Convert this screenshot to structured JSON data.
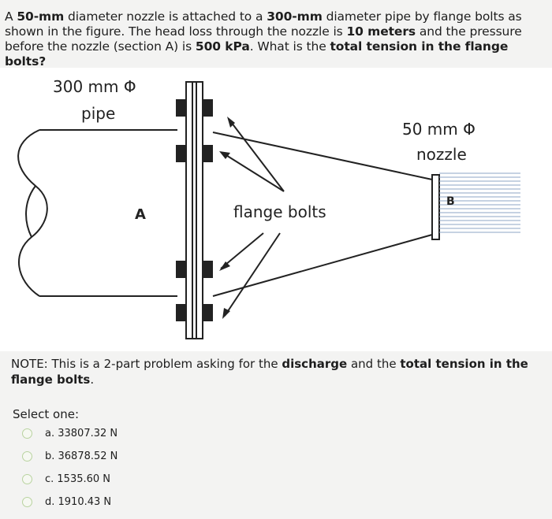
{
  "question": {
    "p1": "A ",
    "b1": "50-mm",
    "p2": " diameter nozzle is attached to a ",
    "b2": "300-mm",
    "p3": " diameter pipe by flange bolts as shown in the figure. The head loss through the nozzle is ",
    "b3": "10 meters",
    "p4": " and the pressure before the nozzle (section A) is ",
    "b4": "500 kPa",
    "p5": ". What is the ",
    "b5": "total tension in the flange bolts?"
  },
  "figure": {
    "pipe_size": "300 mm Φ",
    "pipe_word": "pipe",
    "nozzle_size": "50 mm Φ",
    "nozzle_word": "nozzle",
    "section_a": "A",
    "section_b": "B",
    "bolts_label": "flange bolts"
  },
  "note": {
    "p1": "NOTE: This is a 2-part problem asking for the ",
    "b1": "discharge",
    "p2": " and the ",
    "b2": "total tension in the flange bolts",
    "p3": "."
  },
  "select_label": "Select one:",
  "options": [
    {
      "label": "a. 33807.32 N"
    },
    {
      "label": "b. 36878.52 N"
    },
    {
      "label": "c. 1535.60 N"
    },
    {
      "label": "d. 1910.43 N"
    }
  ]
}
